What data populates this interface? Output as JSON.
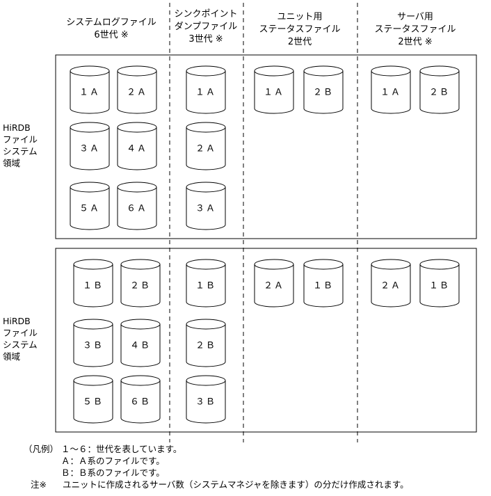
{
  "headers": {
    "system_log": {
      "line1": "システムログファイル",
      "line2": "6世代 ※"
    },
    "syncpoint": {
      "line1": "シンクポイント",
      "line2": "ダンプファイル",
      "line3": "3世代 ※"
    },
    "unit_status": {
      "line1": "ユニット用",
      "line2": "ステータスファイル",
      "line3": "2世代"
    },
    "server_status": {
      "line1": "サーバ用",
      "line2": "ステータスファイル",
      "line3": "2世代 ※"
    }
  },
  "areas": [
    {
      "label": [
        "HiRDB",
        "ファイル",
        "システム",
        "領域"
      ],
      "system_log": [
        "1A",
        "2A",
        "3A",
        "4A",
        "5A",
        "6A"
      ],
      "syncpoint": [
        "1A",
        "2A",
        "3A"
      ],
      "unit_status": [
        "1A",
        "2B"
      ],
      "server_status": [
        "1A",
        "2B"
      ]
    },
    {
      "label": [
        "HiRDB",
        "ファイル",
        "システム",
        "領域"
      ],
      "system_log": [
        "1B",
        "2B",
        "3B",
        "4B",
        "5B",
        "6B"
      ],
      "syncpoint": [
        "1B",
        "2B",
        "3B"
      ],
      "unit_status": [
        "2A",
        "1B"
      ],
      "server_status": [
        "2A",
        "1B"
      ]
    }
  ],
  "legend": {
    "title": "（凡例）",
    "items": [
      "１～６：世代を表しています。",
      "Ａ：Ａ系のファイルです。",
      "Ｂ：Ｂ系のファイルです。"
    ],
    "note_mark": "注※",
    "note_text": "ユニットに作成されるサーバ数（システムマネジャを除きます）の分だけ作成されます。"
  }
}
